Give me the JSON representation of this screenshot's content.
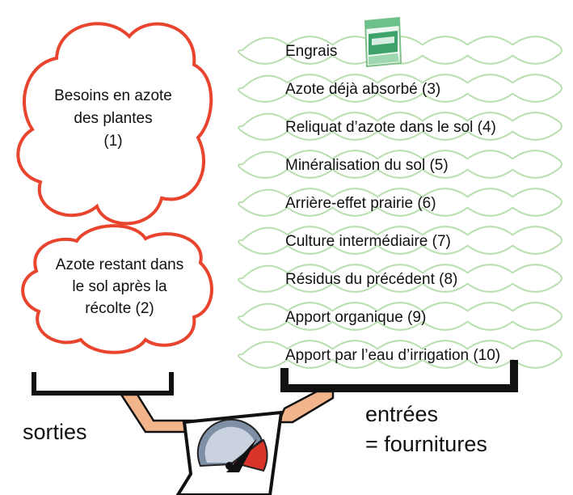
{
  "outputs": {
    "plant_needs": {
      "lines": [
        "Besoins en azote",
        "des plantes",
        "(1)"
      ]
    },
    "soil_remaining": {
      "lines": [
        "Azote restant dans",
        "le sol après la",
        "récolte (2)"
      ]
    },
    "label": "sorties"
  },
  "inputs": {
    "items": [
      "Engrais",
      "Azote déjà absorbé (3)",
      "Reliquat d’azote dans le sol (4)",
      "Minéralisation du sol (5)",
      "Arrière-effet prairie (6)",
      "Culture intermédiaire (7)",
      "Résidus du précédent (8)",
      "Apport organique (9)",
      "Apport par l’eau d’irrigation (10)"
    ],
    "label_line1": "entrées",
    "label_line2": "= fournitures"
  },
  "colors": {
    "output_cloud": "#e8442e",
    "input_cloud": "#b9dfb0",
    "beam": "#111111",
    "arm": "#f2b48a",
    "gauge_red": "#d8342a",
    "gauge_dial": "#7f8fa6"
  },
  "icons": {
    "fertilizer": "fertilizer-bag-icon",
    "gauge": "scale-gauge-icon"
  }
}
